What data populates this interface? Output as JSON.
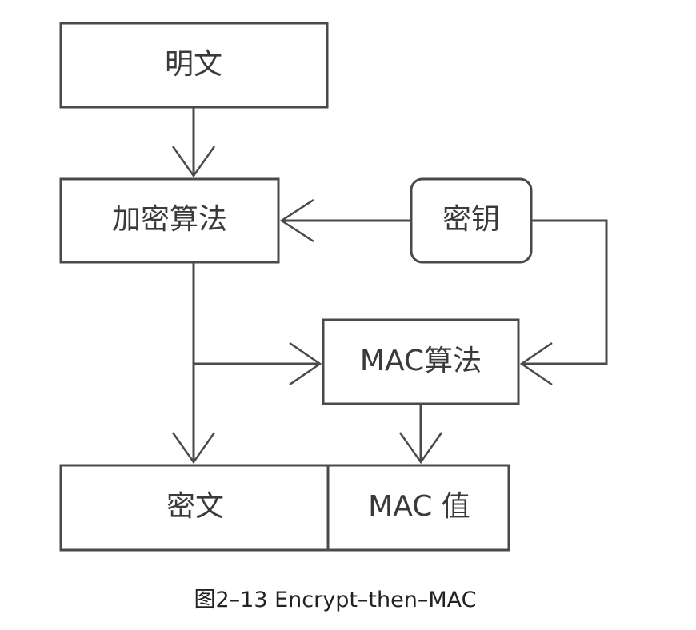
{
  "nodes": {
    "plaintext": "明文",
    "encryption_algorithm": "加密算法",
    "key": "密钥",
    "mac_algorithm": "MAC算法",
    "ciphertext": "密文",
    "mac_value": "MAC 值"
  },
  "caption": "图2–13 Encrypt–then–MAC"
}
